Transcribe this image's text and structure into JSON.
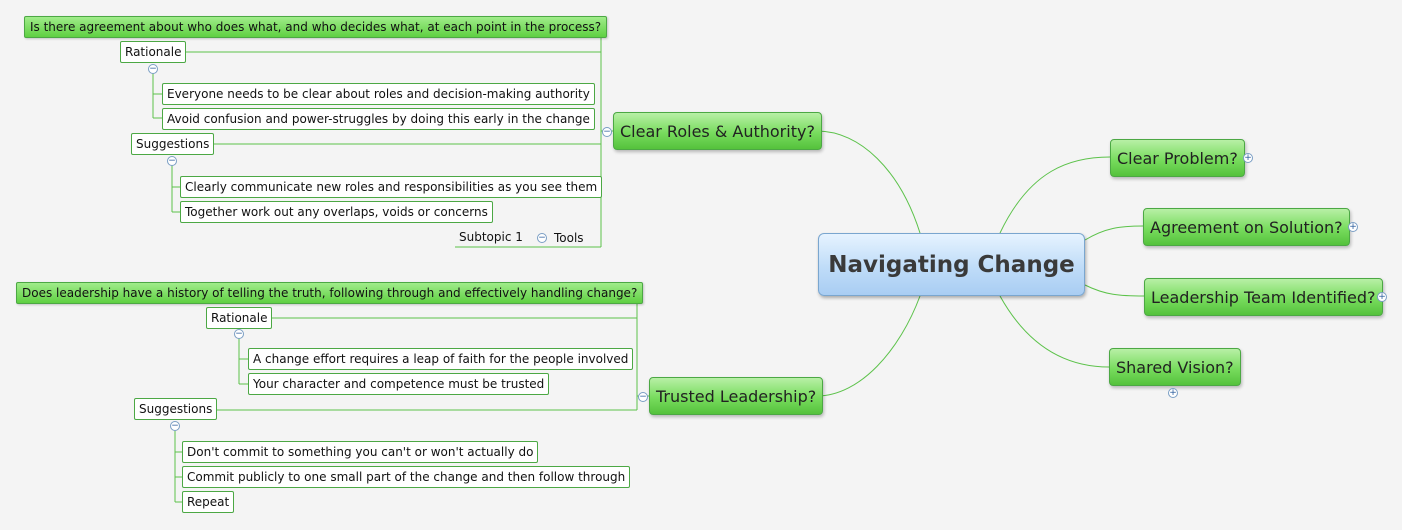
{
  "central": {
    "title": "Navigating Change"
  },
  "right_topics": {
    "clear_problem": "Clear Problem?",
    "agreement": "Agreement on Solution?",
    "leadership_team": "Leadership Team Identified?",
    "shared_vision": "Shared Vision?"
  },
  "clear_roles": {
    "title": "Clear Roles & Authority?",
    "question": "Is there agreement about who does what, and who decides what, at each point in the process?",
    "rationale": {
      "label": "Rationale",
      "items": [
        "Everyone needs to be clear about roles and decision-making authority",
        "Avoid confusion and power-struggles by doing this early in the change"
      ]
    },
    "suggestions": {
      "label": "Suggestions",
      "items": [
        "Clearly communicate new roles and responsibilities as you see them",
        "Together work out any overlaps, voids or concerns"
      ]
    },
    "subtopic": "Subtopic 1",
    "tools": "Tools"
  },
  "trusted": {
    "title": "Trusted Leadership?",
    "question": "Does leadership have a history of telling the truth, following through and effectively handling change?",
    "rationale": {
      "label": "Rationale",
      "items": [
        "A change effort requires a leap of faith for the people involved",
        "Your character and competence must be trusted"
      ]
    },
    "suggestions": {
      "label": "Suggestions",
      "items": [
        "Don't commit to something you can't or won't actually do",
        "Commit publicly to one small part of the change and then follow through",
        "Repeat"
      ]
    }
  },
  "colors": {
    "line": "#5cc24a",
    "topic": "#6fd655",
    "central": "#bfdcf8"
  },
  "icons": {
    "collapse": "minus-circle-icon",
    "expand": "plus-circle-icon"
  }
}
